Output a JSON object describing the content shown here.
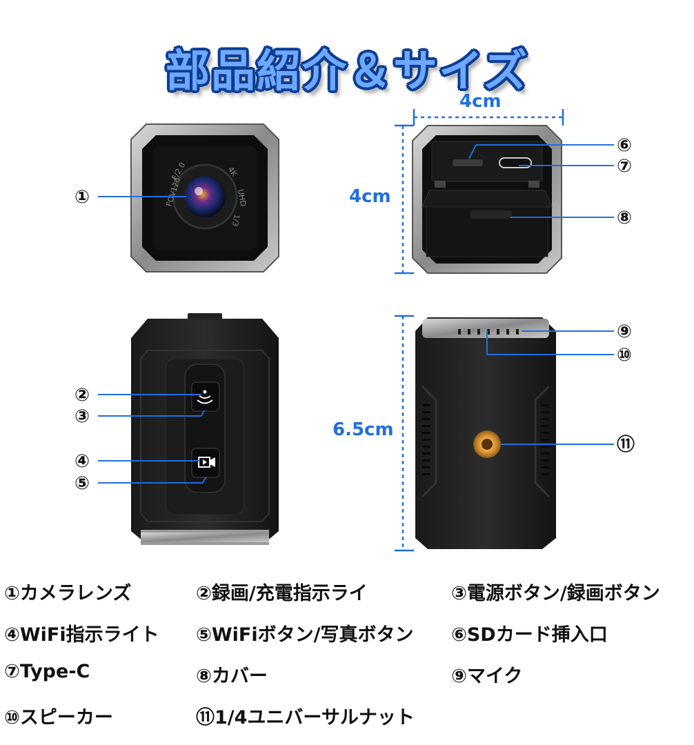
{
  "title": "部品紹介＆サイズ",
  "dimensions": {
    "width_top": "4cm",
    "height_top": "4cm",
    "height_side": "6.5cm"
  },
  "lens_text": {
    "fov": "FOV120",
    "aperture": "F/2.0",
    "resolution": "4K",
    "uhd": "UHD",
    "sensor": "1/3"
  },
  "callouts": [
    "①",
    "②",
    "③",
    "④",
    "⑤",
    "⑥",
    "⑦",
    "⑧",
    "⑨",
    "⑩",
    "⑪"
  ],
  "legend": [
    "①カメラレンズ",
    "②録画/充電指示ライ",
    "③電源ボタン/録画ボタン",
    "④WiFi指示ライト",
    "⑤WiFiボタン/写真ボタン",
    "⑥SDカード挿入口",
    "⑦Type-C",
    "⑧カバー",
    "⑨マイク",
    "⑩スピーカー",
    "⑪1/4ユニバーサルナット"
  ],
  "colors": {
    "title_fill": "#6fa8ff",
    "title_outline": "#0b3d91",
    "dimension": "#1f6fe0",
    "callout_line": "#1f6fe0"
  }
}
